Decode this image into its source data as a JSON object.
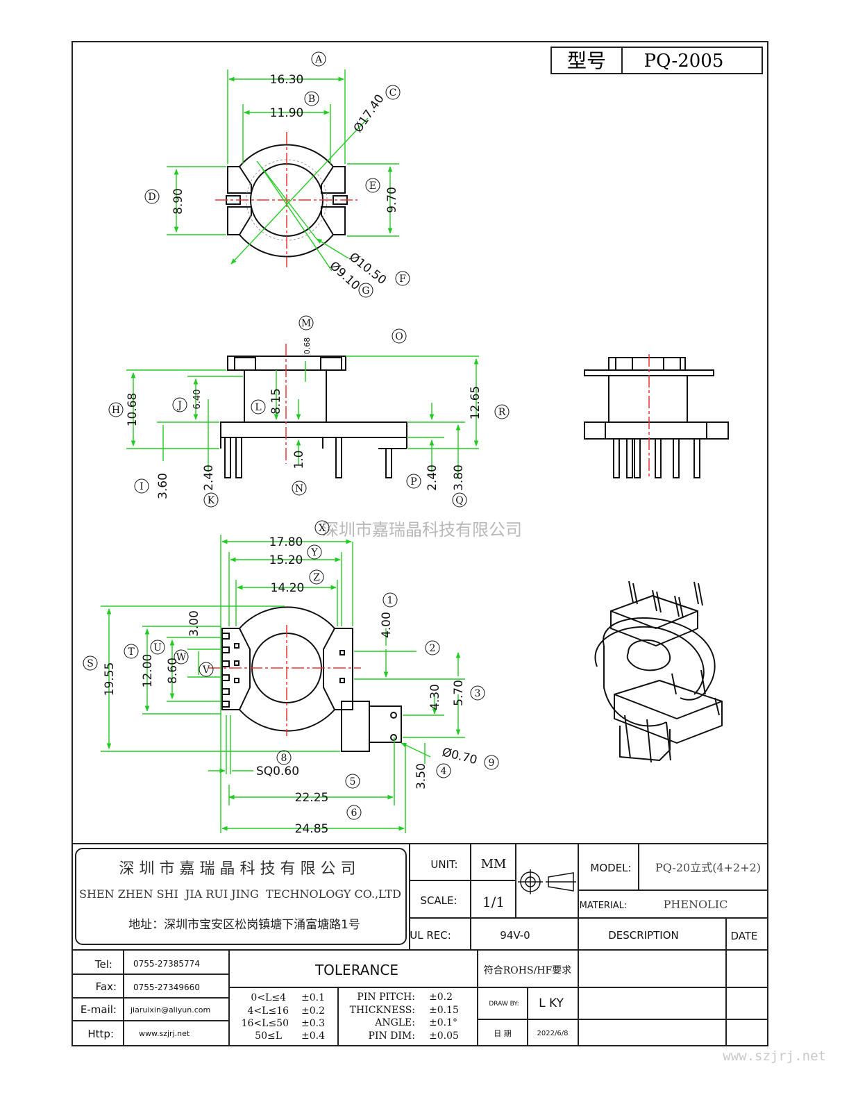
{
  "title_block": {
    "label": "型号",
    "value": "PQ-2005"
  },
  "watermark": "深圳市嘉瑞晶科技有限公司",
  "footer_url": "www.szjrj.net",
  "top_view": {
    "markers": [
      "A",
      "B",
      "C",
      "D",
      "E",
      "F",
      "G"
    ],
    "dims": {
      "A": "16.30",
      "B": "11.90",
      "C": "Ø17.40",
      "D": "8.90",
      "E": "9.70",
      "F": "Ø10.50",
      "G": "Ø9.10"
    }
  },
  "side_view": {
    "markers": [
      "M",
      "O",
      "H",
      "J",
      "L",
      "R",
      "I",
      "K",
      "N",
      "P",
      "Q"
    ],
    "dims": {
      "M": "0.68",
      "H": "10.68",
      "J": "6.40",
      "L": "8.15",
      "R": "12.65",
      "N": "1.0",
      "I": "3.60",
      "K": "2.40",
      "P": "2.40",
      "Q": "3.80"
    }
  },
  "bottom_view": {
    "markers": [
      "X",
      "Y",
      "Z",
      "1",
      "2",
      "3",
      "4",
      "5",
      "6",
      "8",
      "9",
      "S",
      "T",
      "U",
      "V",
      "W"
    ],
    "dims": {
      "X": "17.80",
      "Y": "15.20",
      "Z": "14.20",
      "1": "4.00",
      "W": "3.00",
      "S": "19.55",
      "T": "12.00",
      "U": "8.60",
      "3a": "5.70",
      "3b": "4.30",
      "4": "3.50",
      "9": "Ø0.70",
      "8": "SQ0.60",
      "5": "22.25",
      "6": "24.85"
    }
  },
  "company": {
    "name_cn": "深 圳 市 嘉 瑞 晶 科 技 有 限 公 司",
    "name_en": "SHEN ZHEN SHI  JIA RUI JING  TECHNOLOGY CO.,LTD",
    "address": "地址：深圳市宝安区松岗镇塘下涌富塘路1号"
  },
  "spec": {
    "unit_label": "UNIT:",
    "unit_value": "MM",
    "scale_label": "SCALE:",
    "scale_value": "1/1",
    "ulrec_label": "UL REC:",
    "ulrec_value": "94V-0",
    "model_label": "MODEL:",
    "model_value": "PQ-20立式(4+2+2)",
    "material_label": "MATERIAL:",
    "material_value": "PHENOLIC",
    "description_label": "DESCRIPTION",
    "date_label": "DATE"
  },
  "contact": {
    "tel_label": "Tel:",
    "tel": "0755-27385774",
    "fax_label": "Fax:",
    "fax": "0755-27349660",
    "email_label": "E-mail:",
    "email": "jiaruixin@aliyun.com",
    "http_label": "Http:",
    "http": "www.szjrj.net"
  },
  "tolerance": {
    "title": "TOLERANCE",
    "ranges": [
      {
        "range": "0<L≤4",
        "tol": "±0.1"
      },
      {
        "range": "4<L≤16",
        "tol": "±0.2"
      },
      {
        "range": "16<L≤50",
        "tol": "±0.3"
      },
      {
        "range": "50≤L",
        "tol": "±0.4"
      }
    ],
    "params": [
      {
        "name": "PIN PITCH:",
        "tol": "±0.2"
      },
      {
        "name": "THICKNESS:",
        "tol": "±0.15"
      },
      {
        "name": "ANGLE:",
        "tol": "±0.1°"
      },
      {
        "name": "PIN DIM:",
        "tol": "±0.05"
      }
    ]
  },
  "approval": {
    "rohs": "符合ROHS/HF要求",
    "draw_by_label": "DRAW BY:",
    "draw_by": "L KY",
    "date_label": "日 期",
    "date": "2022/6/8"
  }
}
